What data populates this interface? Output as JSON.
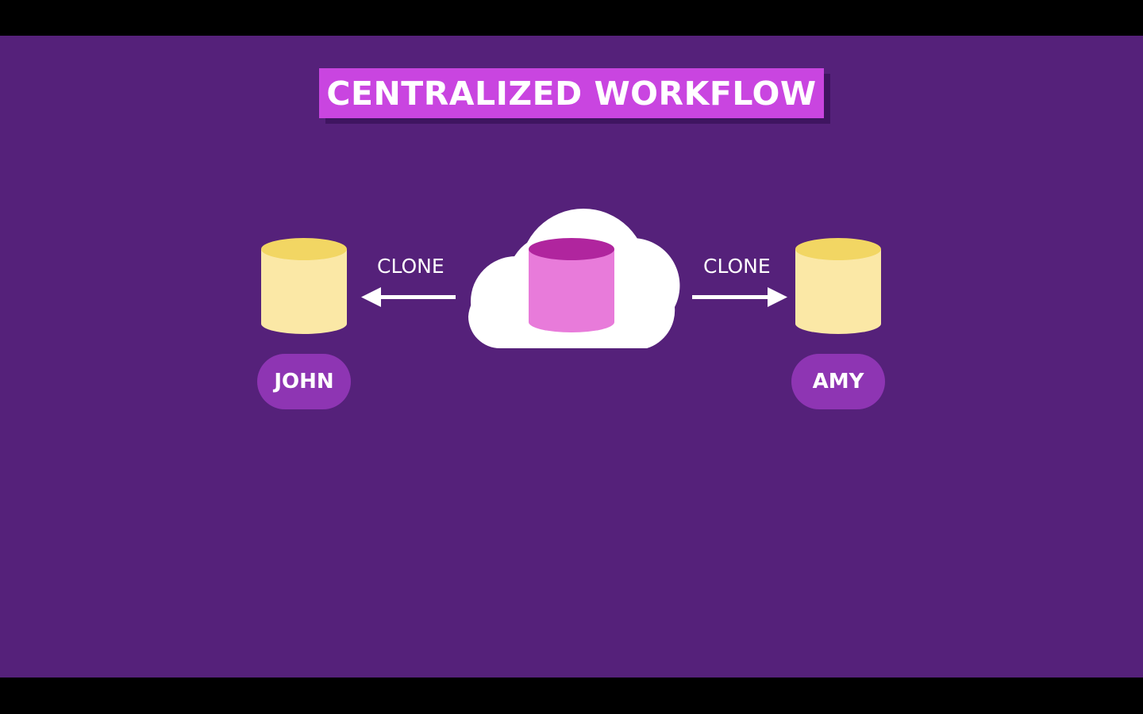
{
  "title": "CENTRALIZED WORKFLOW",
  "left_arrow_label": "CLONE",
  "right_arrow_label": "CLONE",
  "left_user": "JOHN",
  "right_user": "AMY",
  "colors": {
    "background": "#55217a",
    "title_box": "#c945e0",
    "title_shadow": "#3f1560",
    "cloud": "#ffffff",
    "central_repo_body": "#e87bda",
    "central_repo_top": "#b0259e",
    "local_repo_body": "#fbe8a6",
    "local_repo_top": "#f2d663",
    "user_pill": "#8e35b3",
    "arrow": "#ffffff"
  },
  "icons": [
    "cloud-icon",
    "database-icon",
    "arrow-left-icon",
    "arrow-right-icon"
  ]
}
